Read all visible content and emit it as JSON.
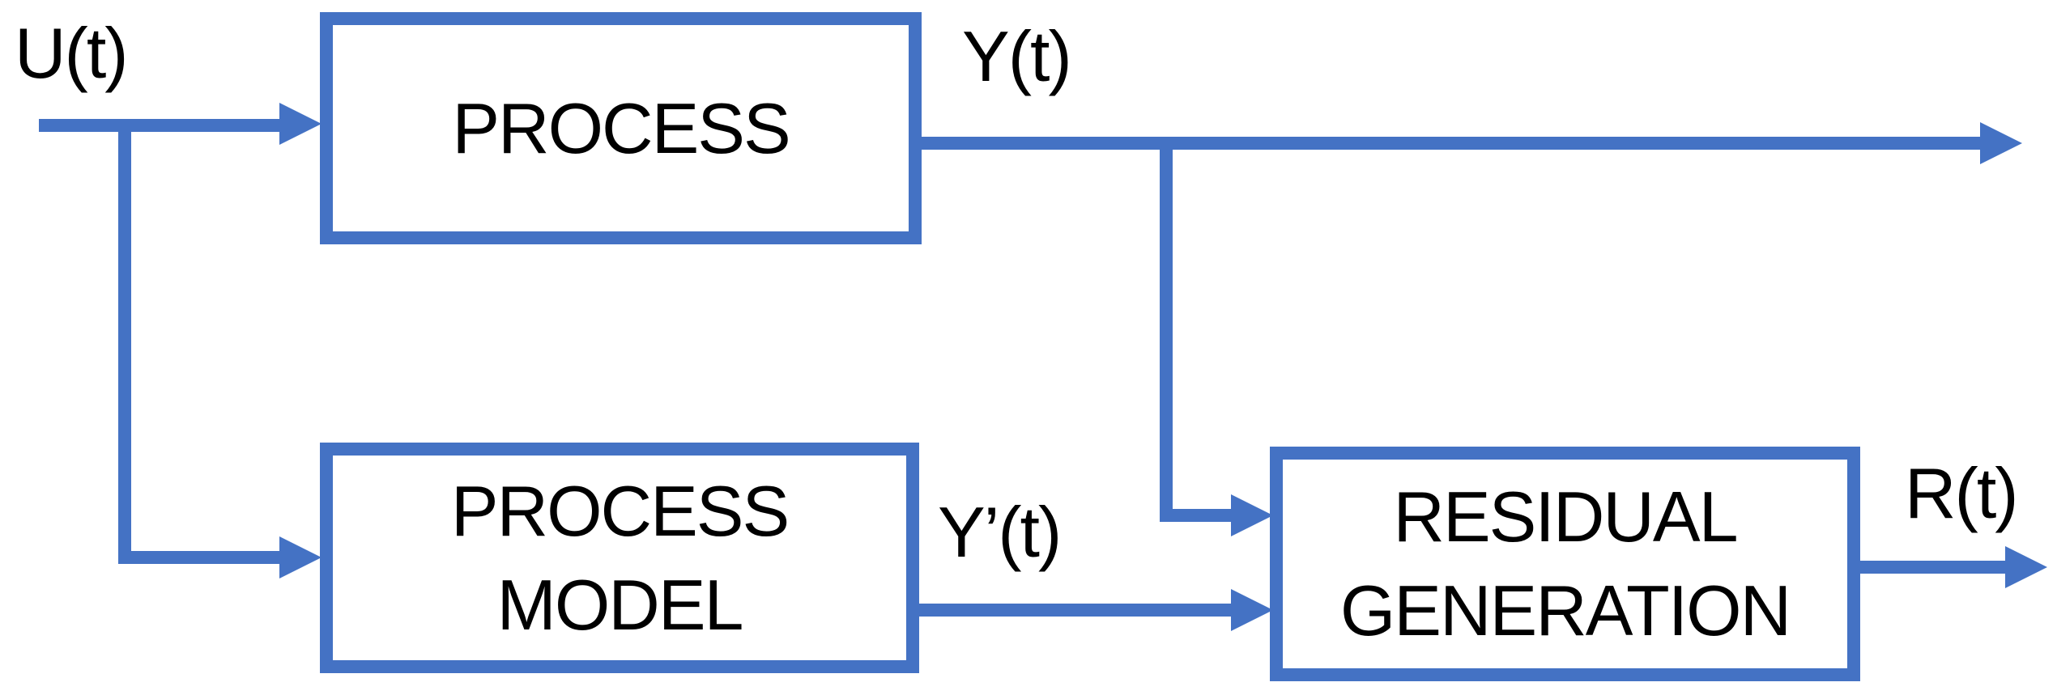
{
  "diagram": {
    "background_color": "#ffffff",
    "accent_color": "#4472C4",
    "text_color": "#000000",
    "blocks": [
      {
        "name": "process",
        "lines": [
          "PROCESS"
        ]
      },
      {
        "name": "process-model",
        "lines": [
          "PROCESS",
          "MODEL"
        ]
      },
      {
        "name": "residual-generation",
        "lines": [
          "RESIDUAL",
          "GENERATION"
        ]
      }
    ],
    "signals": [
      {
        "name": "input",
        "label": "U(t)"
      },
      {
        "name": "process-output",
        "label": "Y(t)"
      },
      {
        "name": "model-output",
        "label": "Y’(t)"
      },
      {
        "name": "residual-output",
        "label": "R(t)"
      }
    ]
  }
}
